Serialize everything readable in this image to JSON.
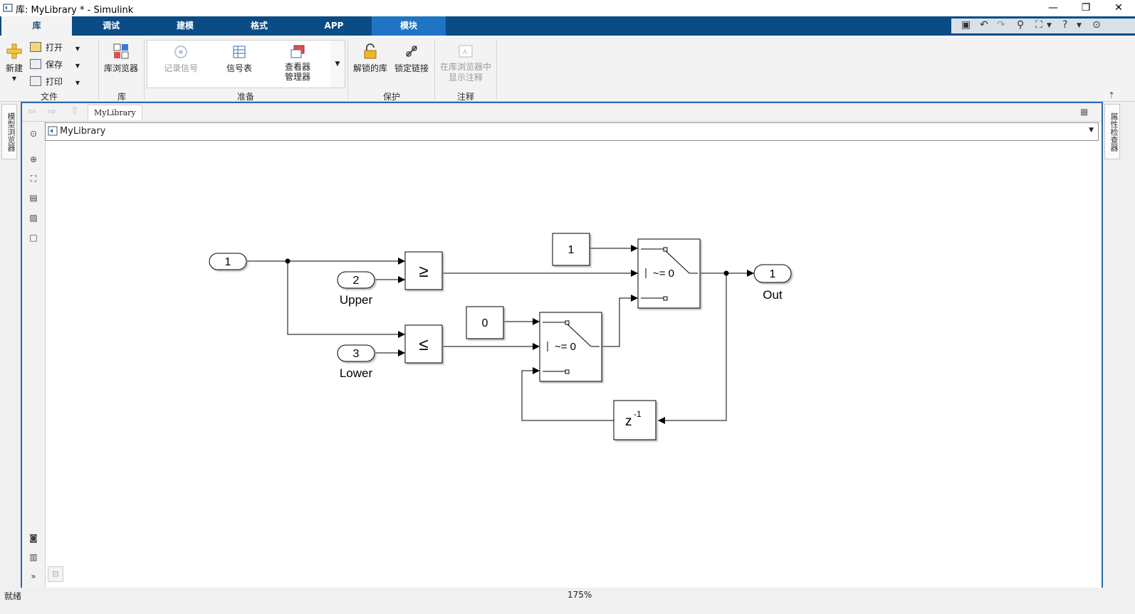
{
  "window": {
    "title": "库: MyLibrary * - Simulink",
    "minimize": "—",
    "restore": "❐",
    "close": "✕"
  },
  "tabs": [
    {
      "label": "库"
    },
    {
      "label": "调试"
    },
    {
      "label": "建模"
    },
    {
      "label": "格式"
    },
    {
      "label": "APP"
    },
    {
      "label": "模块"
    }
  ],
  "ribbon": {
    "file": {
      "group_label": "文件",
      "new_label": "新建",
      "open_label": "打开",
      "save_label": "保存",
      "print_label": "打印"
    },
    "library": {
      "group_label": "库",
      "browser_label": "库浏览器"
    },
    "prepare": {
      "group_label": "准备",
      "log_signals_label": "记录信号",
      "signal_table_label": "信号表",
      "viewer_manager_line1": "查看器",
      "viewer_manager_line2": "管理器"
    },
    "protect": {
      "group_label": "保护",
      "unlock_label": "解锁的库",
      "lock_links_label": "锁定链接"
    },
    "annotation": {
      "group_label": "注释",
      "show_line1": "在库浏览器中",
      "show_line2": "显示注释"
    }
  },
  "side_panels": {
    "left": "模型浏览器",
    "right": "属性检查器"
  },
  "editor": {
    "breadcrumb_tab": "MyLibrary",
    "address": "MyLibrary"
  },
  "diagram": {
    "inport1": "1",
    "inport2": "2",
    "inport2_name": "Upper",
    "inport3": "3",
    "inport3_name": "Lower",
    "ge_op": "≥",
    "le_op": "≤",
    "const1": "1",
    "const0": "0",
    "switch_label": "~= 0",
    "delay_z": "z",
    "delay_exp": "-1",
    "outport": "1",
    "outport_name": "Out"
  },
  "status": {
    "left": "就绪",
    "zoom": "175%"
  }
}
